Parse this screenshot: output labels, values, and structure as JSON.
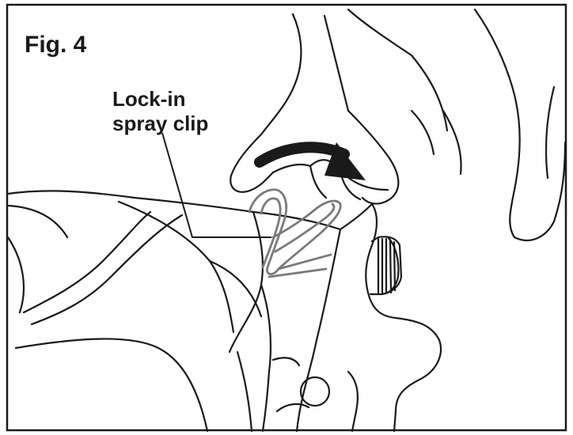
{
  "figure": {
    "label": "Fig. 4",
    "callout_lines": [
      "Lock-in",
      "spray clip"
    ]
  },
  "colors": {
    "line": "#1a1a1a",
    "clip": "#7a7a7a",
    "background": "#ffffff"
  }
}
